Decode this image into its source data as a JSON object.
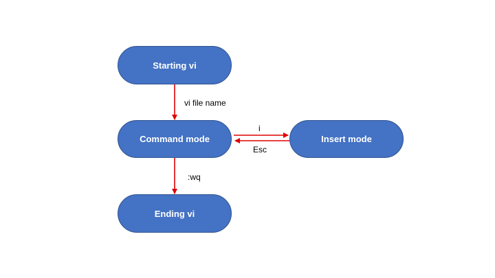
{
  "nodes": {
    "starting": "Starting vi",
    "command": "Command mode",
    "insert": "Insert mode",
    "ending": "Ending vi"
  },
  "edges": {
    "start_to_command": "vi file name",
    "command_to_insert": "i",
    "insert_to_command": "Esc",
    "command_to_ending": ":wq"
  },
  "colors": {
    "node_fill": "#4472c4",
    "node_border": "#2f528f",
    "node_text": "#ffffff",
    "arrow": "#e00000"
  }
}
